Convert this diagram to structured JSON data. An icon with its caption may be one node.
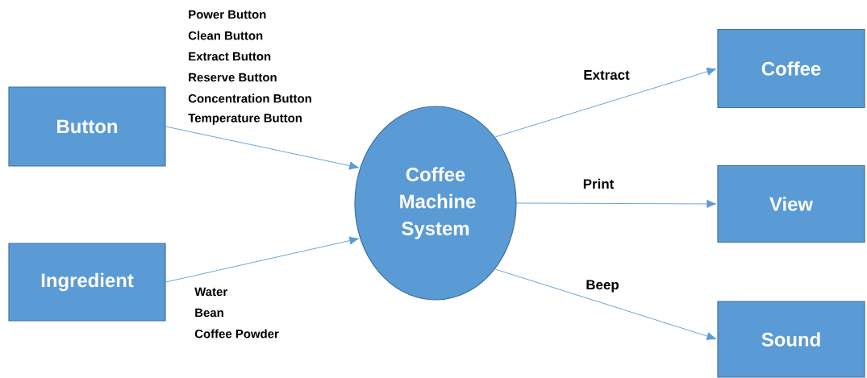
{
  "diagram": {
    "nodes": [
      {
        "text": [
          "Button"
        ]
      },
      {
        "text": [
          "Ingredient"
        ]
      },
      {
        "text": [
          "Coffee Machine System"
        ]
      },
      {
        "text": [
          "Coffee"
        ]
      },
      {
        "text": [
          "View"
        ]
      },
      {
        "text": [
          "Sound"
        ]
      }
    ],
    "edges": [
      {
        "from": 0,
        "to": 2,
        "arrow": "to"
      },
      {
        "from": 1,
        "to": 2,
        "arrow": "to"
      },
      {
        "from": 2,
        "to": 3,
        "arrow": "to",
        "label": "Extract"
      },
      {
        "from": 2,
        "to": 4,
        "arrow": "to",
        "label": "Print"
      },
      {
        "from": 2,
        "to": 5,
        "arrow": "to",
        "label": "Beep"
      }
    ],
    "labels": [
      "Power Button",
      "Clean Button",
      "Extract Button",
      "Reserve Button",
      "Concentration Button",
      "Temperature Button",
      "Water",
      "Bean",
      "Coffee Powder"
    ]
  }
}
